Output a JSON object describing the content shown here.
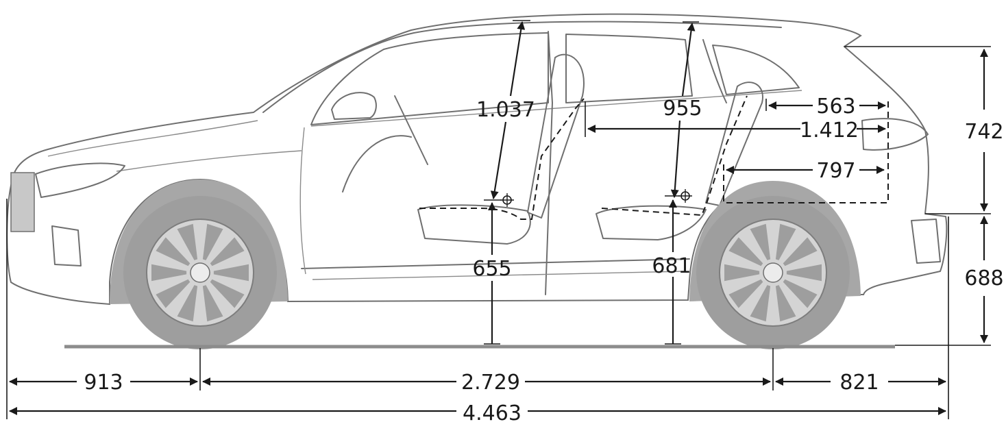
{
  "diagram": {
    "dimensions": {
      "front_headroom": "1.037",
      "rear_headroom": "955",
      "rear_overhang_top": "563",
      "interior_length": "1.412",
      "cargo_length": "797",
      "tailgate_height": "742",
      "loading_sill_height": "688",
      "front_seat_height": "655",
      "rear_seat_height": "681",
      "front_overhang": "913",
      "wheelbase": "2.729",
      "rear_overhang": "821",
      "overall_length": "4.463"
    },
    "colors": {
      "line": "#1a1a1a",
      "body": "#6f6f6f",
      "tyre": "#9e9e9e",
      "background": "#ffffff"
    }
  }
}
